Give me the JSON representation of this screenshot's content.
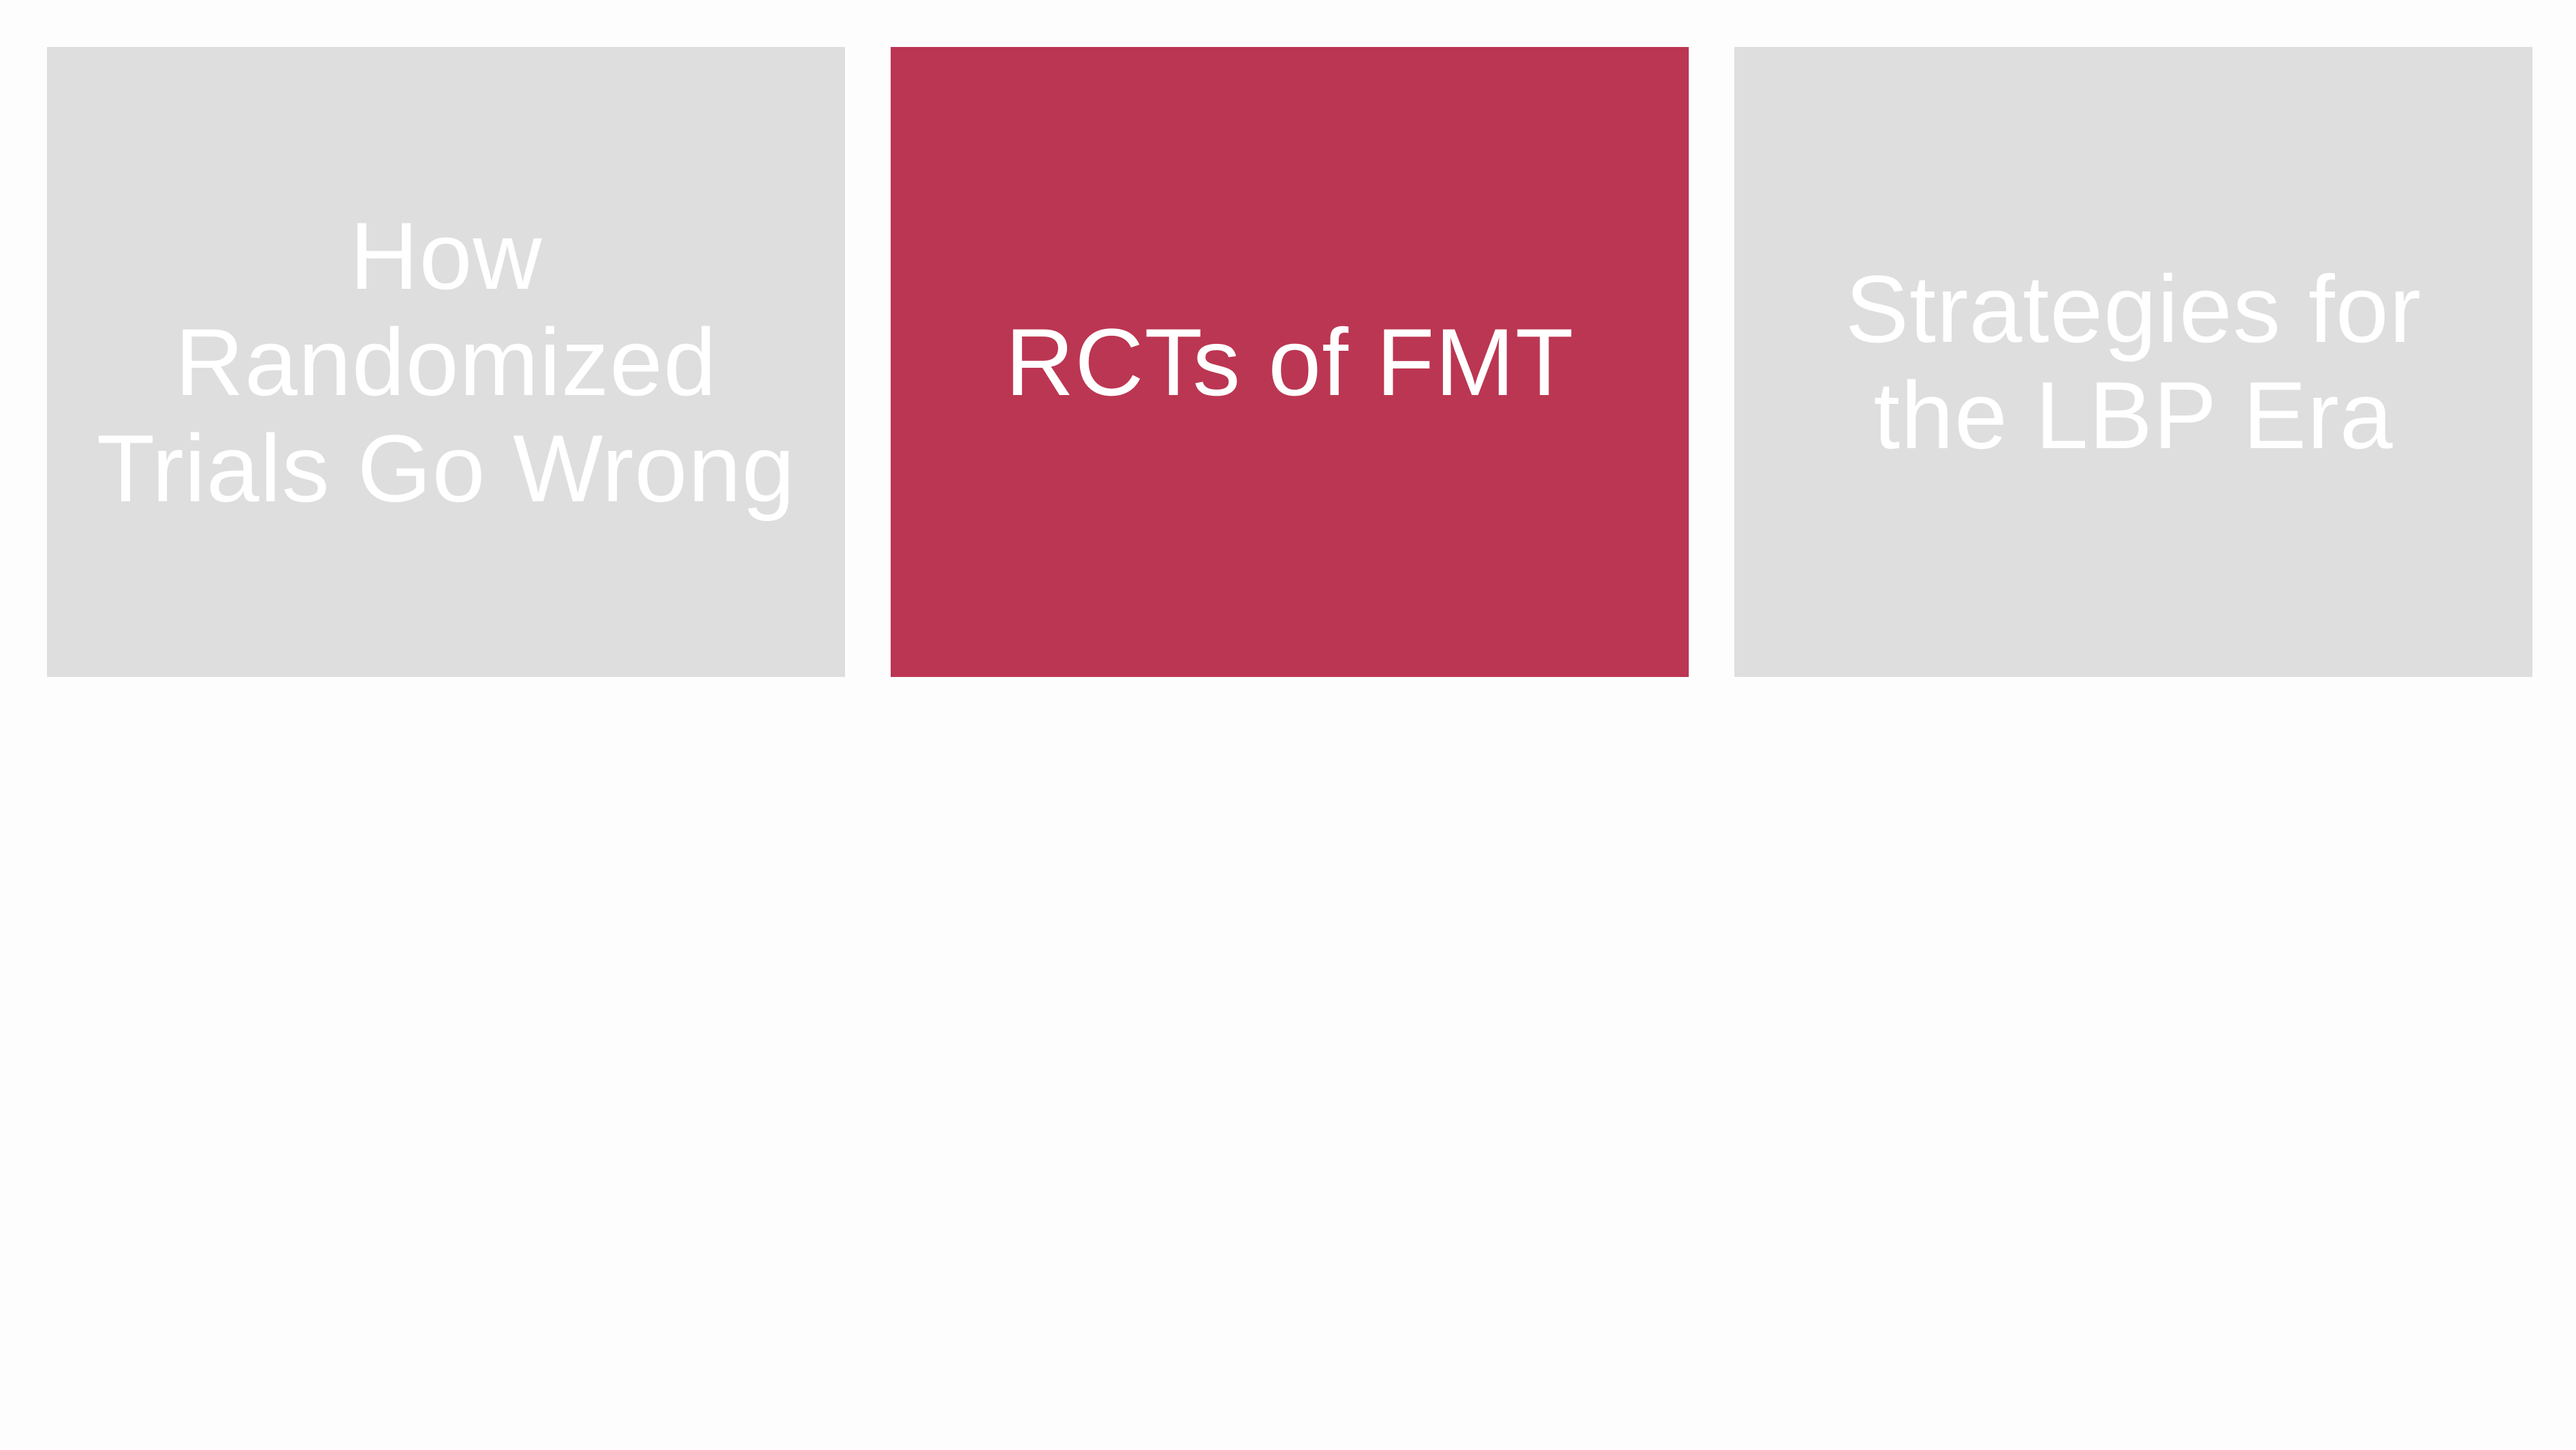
{
  "colors": {
    "inactive_tile": "#dedede",
    "active_tile": "#bb3652",
    "tile_text": "#ffffff",
    "background": "#fdfdfd"
  },
  "sections": [
    {
      "label": "How Randomized\nTrials Go Wrong",
      "active": false
    },
    {
      "label": "RCTs of FMT",
      "active": true
    },
    {
      "label": "Strategies for\nthe LBP Era",
      "active": false
    }
  ]
}
